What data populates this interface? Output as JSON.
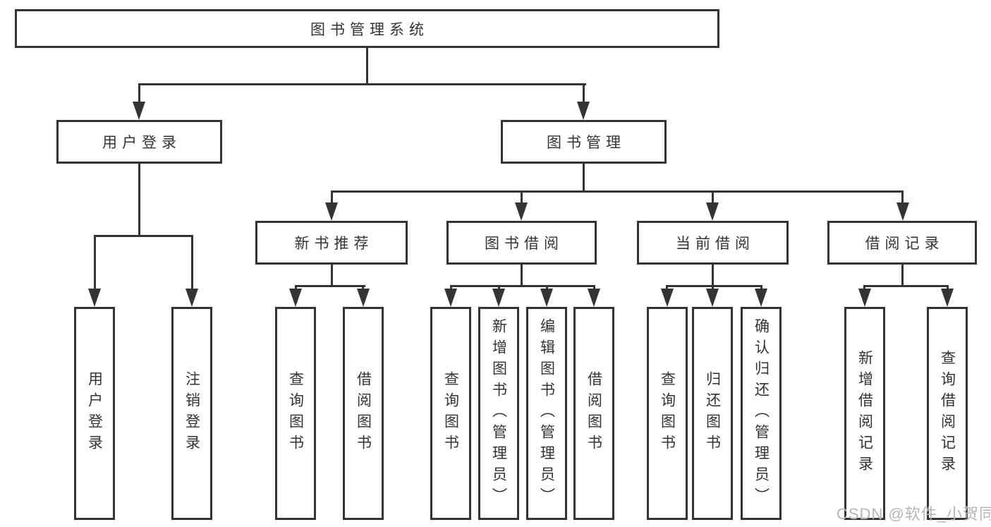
{
  "diagram": {
    "title": "图书管理系统",
    "watermark": "CSDN @软件_小贺同学",
    "colors": {
      "line": "#343434",
      "text": "#333333",
      "background": "#ffffff",
      "watermark": "#b5b5b5"
    },
    "nodes": {
      "root": {
        "label": "图书管理系统"
      },
      "user_login": {
        "label": "用户登录"
      },
      "book_mgmt": {
        "label": "图书管理"
      },
      "new_book_rec": {
        "label": "新书推荐"
      },
      "book_borrow": {
        "label": "图书借阅"
      },
      "current_borrow": {
        "label": "当前借阅"
      },
      "borrow_records": {
        "label": "借阅记录"
      },
      "leaf_user_login": {
        "label": "用户登录"
      },
      "leaf_logout": {
        "label": "注销登录"
      },
      "leaf_newrec_query_books": {
        "label": "查询图书"
      },
      "leaf_newrec_borrow_books": {
        "label": "借阅图书"
      },
      "leaf_borrow_query_books": {
        "label": "查询图书"
      },
      "leaf_borrow_add_books": {
        "label": "新增图书（管理员）"
      },
      "leaf_borrow_edit_books": {
        "label": "编辑图书（管理员）"
      },
      "leaf_borrow_borrow_books": {
        "label": "借阅图书"
      },
      "leaf_current_query_books": {
        "label": "查询图书"
      },
      "leaf_current_return_books": {
        "label": "归还图书"
      },
      "leaf_current_confirm_return": {
        "label": "确认归还（管理员）"
      },
      "leaf_records_add_record": {
        "label": "新增借阅记录"
      },
      "leaf_records_query_record": {
        "label": "查询借阅记录"
      }
    },
    "hierarchy": {
      "图书管理系统": {
        "用户登录": [
          "用户登录",
          "注销登录"
        ],
        "图书管理": {
          "新书推荐": [
            "查询图书",
            "借阅图书"
          ],
          "图书借阅": [
            "查询图书",
            "新增图书（管理员）",
            "编辑图书（管理员）",
            "借阅图书"
          ],
          "当前借阅": [
            "查询图书",
            "归还图书",
            "确认归还（管理员）"
          ],
          "借阅记录": [
            "新增借阅记录",
            "查询借阅记录"
          ]
        }
      }
    }
  }
}
